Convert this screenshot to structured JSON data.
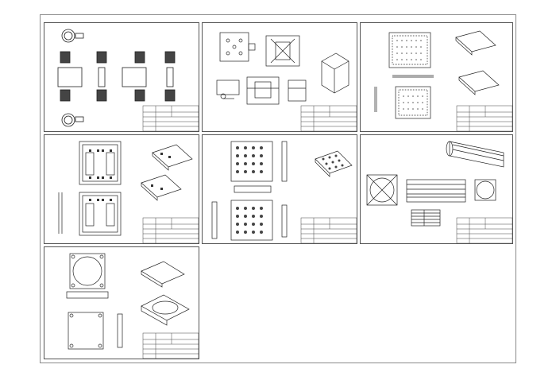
{
  "canvas": {
    "background": "#ffffff",
    "sheet_border_color": "#555555",
    "outer_border_color": "#8a8a8a"
  },
  "title_block": {
    "logo_text": "",
    "line_color": "#444444"
  },
  "sheets": [
    {
      "id": 1,
      "content": "caster-wheel-assembly"
    },
    {
      "id": 2,
      "content": "mounting-plate-with-bracket"
    },
    {
      "id": 3,
      "content": "perforated-plate"
    },
    {
      "id": 4,
      "content": "slotted-plate-two-views"
    },
    {
      "id": 5,
      "content": "square-grid-plate"
    },
    {
      "id": 6,
      "content": "extrusion-profile-with-table"
    },
    {
      "id": 7,
      "content": "square-plate-with-round-cutout"
    }
  ]
}
